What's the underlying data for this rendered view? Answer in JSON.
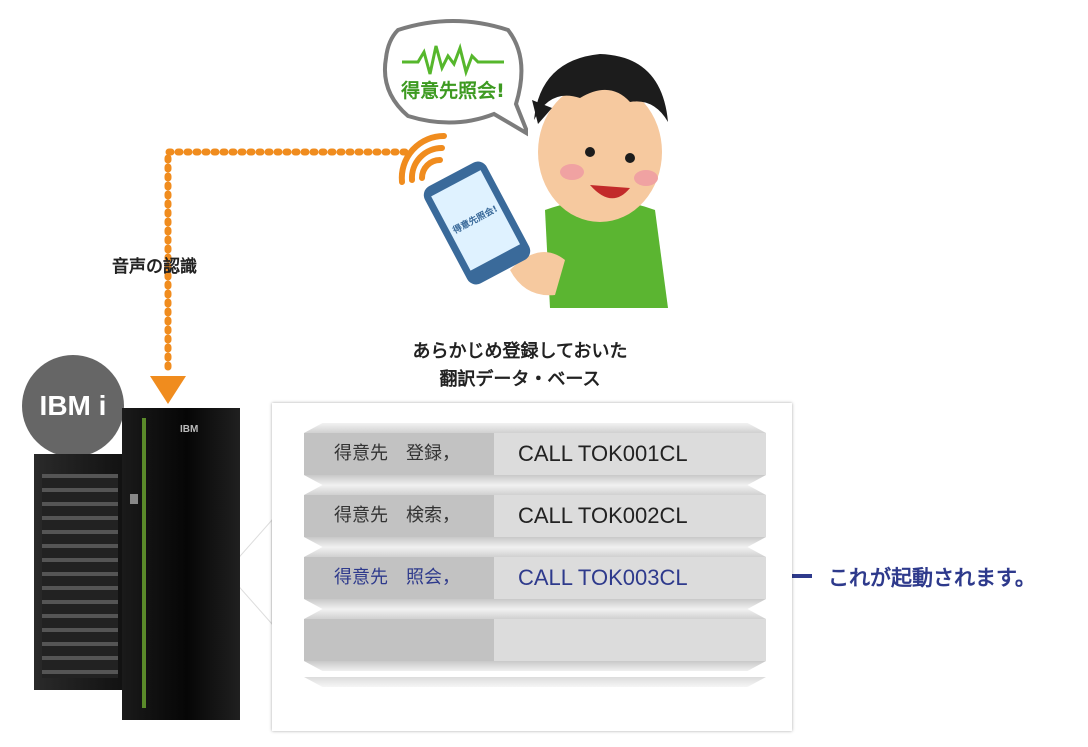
{
  "voice_label": "音声の認識",
  "speech_bubble": "得意先照会!",
  "phone_screen": "得意先照会!",
  "ibmi_badge": "IBM i",
  "server_brand": "IBM",
  "db_title_line1": "あらかじめ登録しておいた",
  "db_title_line2": "翻訳データ・ベース",
  "rows": [
    {
      "name": "得意先　登録，",
      "command": "CALL TOK001CL"
    },
    {
      "name": "得意先　検索，",
      "command": "CALL TOK002CL"
    },
    {
      "name": "得意先　照会，",
      "command": "CALL TOK003CL"
    },
    {
      "name": "",
      "command": ""
    }
  ],
  "callout": "これが起動されます。",
  "colors": {
    "accent_orange": "#f08c1e",
    "highlight_blue": "#2e3a8c",
    "shirt_green": "#5bb531"
  }
}
